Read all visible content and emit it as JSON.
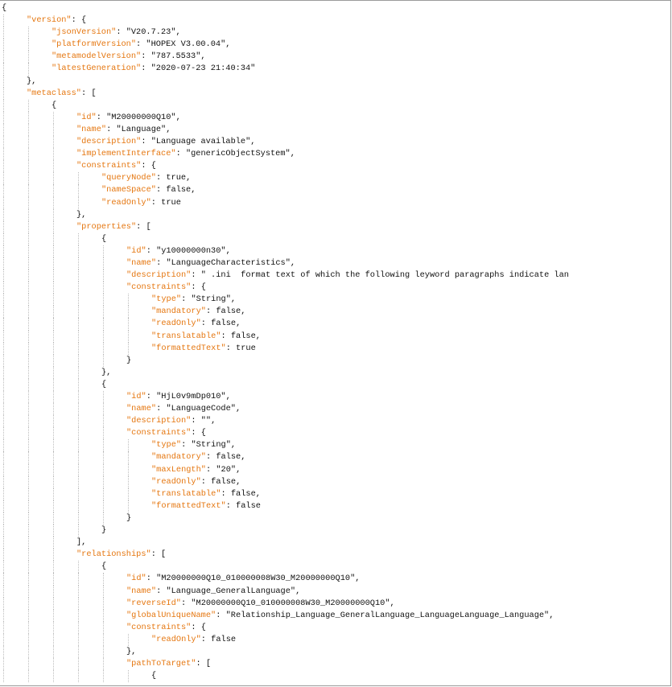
{
  "editor": {
    "lines": [
      {
        "indent": 0,
        "tokens": [
          {
            "t": "{",
            "k": "pun"
          }
        ]
      },
      {
        "indent": 1,
        "tokens": [
          {
            "t": "\"version\"",
            "k": "key"
          },
          {
            "t": ": {",
            "k": "pun"
          }
        ]
      },
      {
        "indent": 2,
        "tokens": [
          {
            "t": "\"jsonVersion\"",
            "k": "key"
          },
          {
            "t": ": ",
            "k": "pun"
          },
          {
            "t": "\"V20.7.23\"",
            "k": "str"
          },
          {
            "t": ",",
            "k": "pun"
          }
        ]
      },
      {
        "indent": 2,
        "tokens": [
          {
            "t": "\"platformVersion\"",
            "k": "key"
          },
          {
            "t": ": ",
            "k": "pun"
          },
          {
            "t": "\"HOPEX V3.00.04\"",
            "k": "str"
          },
          {
            "t": ",",
            "k": "pun"
          }
        ]
      },
      {
        "indent": 2,
        "tokens": [
          {
            "t": "\"metamodelVersion\"",
            "k": "key"
          },
          {
            "t": ": ",
            "k": "pun"
          },
          {
            "t": "\"787.5533\"",
            "k": "str"
          },
          {
            "t": ",",
            "k": "pun"
          }
        ]
      },
      {
        "indent": 2,
        "tokens": [
          {
            "t": "\"latestGeneration\"",
            "k": "key"
          },
          {
            "t": ": ",
            "k": "pun"
          },
          {
            "t": "\"2020-07-23 21:40:34\"",
            "k": "str"
          }
        ]
      },
      {
        "indent": 1,
        "tokens": [
          {
            "t": "},",
            "k": "pun"
          }
        ]
      },
      {
        "indent": 1,
        "tokens": [
          {
            "t": "\"metaclass\"",
            "k": "key"
          },
          {
            "t": ": [",
            "k": "pun"
          }
        ]
      },
      {
        "indent": 2,
        "tokens": [
          {
            "t": "{",
            "k": "pun"
          }
        ]
      },
      {
        "indent": 3,
        "tokens": [
          {
            "t": "\"id\"",
            "k": "key"
          },
          {
            "t": ": ",
            "k": "pun"
          },
          {
            "t": "\"M20000000Q10\"",
            "k": "str"
          },
          {
            "t": ",",
            "k": "pun"
          }
        ]
      },
      {
        "indent": 3,
        "tokens": [
          {
            "t": "\"name\"",
            "k": "key"
          },
          {
            "t": ": ",
            "k": "pun"
          },
          {
            "t": "\"Language\"",
            "k": "str"
          },
          {
            "t": ",",
            "k": "pun"
          }
        ]
      },
      {
        "indent": 3,
        "tokens": [
          {
            "t": "\"description\"",
            "k": "key"
          },
          {
            "t": ": ",
            "k": "pun"
          },
          {
            "t": "\"Language available\"",
            "k": "str"
          },
          {
            "t": ",",
            "k": "pun"
          }
        ]
      },
      {
        "indent": 3,
        "tokens": [
          {
            "t": "\"implementInterface\"",
            "k": "key"
          },
          {
            "t": ": ",
            "k": "pun"
          },
          {
            "t": "\"genericObjectSystem\"",
            "k": "str"
          },
          {
            "t": ",",
            "k": "pun"
          }
        ]
      },
      {
        "indent": 3,
        "tokens": [
          {
            "t": "\"constraints\"",
            "k": "key"
          },
          {
            "t": ": {",
            "k": "pun"
          }
        ]
      },
      {
        "indent": 4,
        "tokens": [
          {
            "t": "\"queryNode\"",
            "k": "key"
          },
          {
            "t": ": ",
            "k": "pun"
          },
          {
            "t": "true",
            "k": "lit"
          },
          {
            "t": ",",
            "k": "pun"
          }
        ]
      },
      {
        "indent": 4,
        "tokens": [
          {
            "t": "\"nameSpace\"",
            "k": "key"
          },
          {
            "t": ": ",
            "k": "pun"
          },
          {
            "t": "false",
            "k": "lit"
          },
          {
            "t": ",",
            "k": "pun"
          }
        ]
      },
      {
        "indent": 4,
        "tokens": [
          {
            "t": "\"readOnly\"",
            "k": "key"
          },
          {
            "t": ": ",
            "k": "pun"
          },
          {
            "t": "true",
            "k": "lit"
          }
        ]
      },
      {
        "indent": 3,
        "tokens": [
          {
            "t": "},",
            "k": "pun"
          }
        ]
      },
      {
        "indent": 3,
        "tokens": [
          {
            "t": "\"properties\"",
            "k": "key"
          },
          {
            "t": ": [",
            "k": "pun"
          }
        ]
      },
      {
        "indent": 4,
        "tokens": [
          {
            "t": "{",
            "k": "pun"
          }
        ]
      },
      {
        "indent": 5,
        "tokens": [
          {
            "t": "\"id\"",
            "k": "key"
          },
          {
            "t": ": ",
            "k": "pun"
          },
          {
            "t": "\"y10000000n30\"",
            "k": "str"
          },
          {
            "t": ",",
            "k": "pun"
          }
        ]
      },
      {
        "indent": 5,
        "tokens": [
          {
            "t": "\"name\"",
            "k": "key"
          },
          {
            "t": ": ",
            "k": "pun"
          },
          {
            "t": "\"LanguageCharacteristics\"",
            "k": "str"
          },
          {
            "t": ",",
            "k": "pun"
          }
        ]
      },
      {
        "indent": 5,
        "tokens": [
          {
            "t": "\"description\"",
            "k": "key"
          },
          {
            "t": ": ",
            "k": "pun"
          },
          {
            "t": "\" .ini  format text of which the following leyword paragraphs indicate lan",
            "k": "str"
          }
        ]
      },
      {
        "indent": 5,
        "tokens": [
          {
            "t": "\"constraints\"",
            "k": "key"
          },
          {
            "t": ": {",
            "k": "pun"
          }
        ]
      },
      {
        "indent": 6,
        "tokens": [
          {
            "t": "\"type\"",
            "k": "key"
          },
          {
            "t": ": ",
            "k": "pun"
          },
          {
            "t": "\"String\"",
            "k": "str"
          },
          {
            "t": ",",
            "k": "pun"
          }
        ]
      },
      {
        "indent": 6,
        "tokens": [
          {
            "t": "\"mandatory\"",
            "k": "key"
          },
          {
            "t": ": ",
            "k": "pun"
          },
          {
            "t": "false",
            "k": "lit"
          },
          {
            "t": ",",
            "k": "pun"
          }
        ]
      },
      {
        "indent": 6,
        "tokens": [
          {
            "t": "\"readOnly\"",
            "k": "key"
          },
          {
            "t": ": ",
            "k": "pun"
          },
          {
            "t": "false",
            "k": "lit"
          },
          {
            "t": ",",
            "k": "pun"
          }
        ]
      },
      {
        "indent": 6,
        "tokens": [
          {
            "t": "\"translatable\"",
            "k": "key"
          },
          {
            "t": ": ",
            "k": "pun"
          },
          {
            "t": "false",
            "k": "lit"
          },
          {
            "t": ",",
            "k": "pun"
          }
        ]
      },
      {
        "indent": 6,
        "tokens": [
          {
            "t": "\"formattedText\"",
            "k": "key"
          },
          {
            "t": ": ",
            "k": "pun"
          },
          {
            "t": "true",
            "k": "lit"
          }
        ]
      },
      {
        "indent": 5,
        "tokens": [
          {
            "t": "}",
            "k": "pun"
          }
        ]
      },
      {
        "indent": 4,
        "tokens": [
          {
            "t": "},",
            "k": "pun"
          }
        ]
      },
      {
        "indent": 4,
        "tokens": [
          {
            "t": "{",
            "k": "pun"
          }
        ]
      },
      {
        "indent": 5,
        "tokens": [
          {
            "t": "\"id\"",
            "k": "key"
          },
          {
            "t": ": ",
            "k": "pun"
          },
          {
            "t": "\"HjL0v9mDp010\"",
            "k": "str"
          },
          {
            "t": ",",
            "k": "pun"
          }
        ]
      },
      {
        "indent": 5,
        "tokens": [
          {
            "t": "\"name\"",
            "k": "key"
          },
          {
            "t": ": ",
            "k": "pun"
          },
          {
            "t": "\"LanguageCode\"",
            "k": "str"
          },
          {
            "t": ",",
            "k": "pun"
          }
        ]
      },
      {
        "indent": 5,
        "tokens": [
          {
            "t": "\"description\"",
            "k": "key"
          },
          {
            "t": ": ",
            "k": "pun"
          },
          {
            "t": "\"\"",
            "k": "str"
          },
          {
            "t": ",",
            "k": "pun"
          }
        ]
      },
      {
        "indent": 5,
        "tokens": [
          {
            "t": "\"constraints\"",
            "k": "key"
          },
          {
            "t": ": {",
            "k": "pun"
          }
        ]
      },
      {
        "indent": 6,
        "tokens": [
          {
            "t": "\"type\"",
            "k": "key"
          },
          {
            "t": ": ",
            "k": "pun"
          },
          {
            "t": "\"String\"",
            "k": "str"
          },
          {
            "t": ",",
            "k": "pun"
          }
        ]
      },
      {
        "indent": 6,
        "tokens": [
          {
            "t": "\"mandatory\"",
            "k": "key"
          },
          {
            "t": ": ",
            "k": "pun"
          },
          {
            "t": "false",
            "k": "lit"
          },
          {
            "t": ",",
            "k": "pun"
          }
        ]
      },
      {
        "indent": 6,
        "tokens": [
          {
            "t": "\"maxLength\"",
            "k": "key"
          },
          {
            "t": ": ",
            "k": "pun"
          },
          {
            "t": "\"20\"",
            "k": "str"
          },
          {
            "t": ",",
            "k": "pun"
          }
        ]
      },
      {
        "indent": 6,
        "tokens": [
          {
            "t": "\"readOnly\"",
            "k": "key"
          },
          {
            "t": ": ",
            "k": "pun"
          },
          {
            "t": "false",
            "k": "lit"
          },
          {
            "t": ",",
            "k": "pun"
          }
        ]
      },
      {
        "indent": 6,
        "tokens": [
          {
            "t": "\"translatable\"",
            "k": "key"
          },
          {
            "t": ": ",
            "k": "pun"
          },
          {
            "t": "false",
            "k": "lit"
          },
          {
            "t": ",",
            "k": "pun"
          }
        ]
      },
      {
        "indent": 6,
        "tokens": [
          {
            "t": "\"formattedText\"",
            "k": "key"
          },
          {
            "t": ": ",
            "k": "pun"
          },
          {
            "t": "false",
            "k": "lit"
          }
        ]
      },
      {
        "indent": 5,
        "tokens": [
          {
            "t": "}",
            "k": "pun"
          }
        ]
      },
      {
        "indent": 4,
        "tokens": [
          {
            "t": "}",
            "k": "pun"
          }
        ]
      },
      {
        "indent": 3,
        "tokens": [
          {
            "t": "],",
            "k": "pun"
          }
        ]
      },
      {
        "indent": 3,
        "tokens": [
          {
            "t": "\"relationships\"",
            "k": "key"
          },
          {
            "t": ": [",
            "k": "pun"
          }
        ]
      },
      {
        "indent": 4,
        "tokens": [
          {
            "t": "{",
            "k": "pun"
          }
        ]
      },
      {
        "indent": 5,
        "tokens": [
          {
            "t": "\"id\"",
            "k": "key"
          },
          {
            "t": ": ",
            "k": "pun"
          },
          {
            "t": "\"M20000000Q10_010000008W30_M20000000Q10\"",
            "k": "str"
          },
          {
            "t": ",",
            "k": "pun"
          }
        ]
      },
      {
        "indent": 5,
        "tokens": [
          {
            "t": "\"name\"",
            "k": "key"
          },
          {
            "t": ": ",
            "k": "pun"
          },
          {
            "t": "\"Language_GeneralLanguage\"",
            "k": "str"
          },
          {
            "t": ",",
            "k": "pun"
          }
        ]
      },
      {
        "indent": 5,
        "tokens": [
          {
            "t": "\"reverseId\"",
            "k": "key"
          },
          {
            "t": ": ",
            "k": "pun"
          },
          {
            "t": "\"M20000000Q10_010000008W30_M20000000Q10\"",
            "k": "str"
          },
          {
            "t": ",",
            "k": "pun"
          }
        ]
      },
      {
        "indent": 5,
        "tokens": [
          {
            "t": "\"globalUniqueName\"",
            "k": "key"
          },
          {
            "t": ": ",
            "k": "pun"
          },
          {
            "t": "\"Relationship_Language_GeneralLanguage_LanguageLanguage_Language\"",
            "k": "str"
          },
          {
            "t": ",",
            "k": "pun"
          }
        ]
      },
      {
        "indent": 5,
        "tokens": [
          {
            "t": "\"constraints\"",
            "k": "key"
          },
          {
            "t": ": {",
            "k": "pun"
          }
        ]
      },
      {
        "indent": 6,
        "tokens": [
          {
            "t": "\"readOnly\"",
            "k": "key"
          },
          {
            "t": ": ",
            "k": "pun"
          },
          {
            "t": "false",
            "k": "lit"
          }
        ]
      },
      {
        "indent": 5,
        "tokens": [
          {
            "t": "},",
            "k": "pun"
          }
        ]
      },
      {
        "indent": 5,
        "tokens": [
          {
            "t": "\"pathToTarget\"",
            "k": "key"
          },
          {
            "t": ": [",
            "k": "pun"
          }
        ]
      },
      {
        "indent": 6,
        "tokens": [
          {
            "t": "{",
            "k": "pun"
          }
        ]
      }
    ]
  },
  "theme": {
    "key_color": "#e5760f",
    "text_color": "#111111",
    "guide_color": "#bdbdbd",
    "background": "#ffffff"
  }
}
